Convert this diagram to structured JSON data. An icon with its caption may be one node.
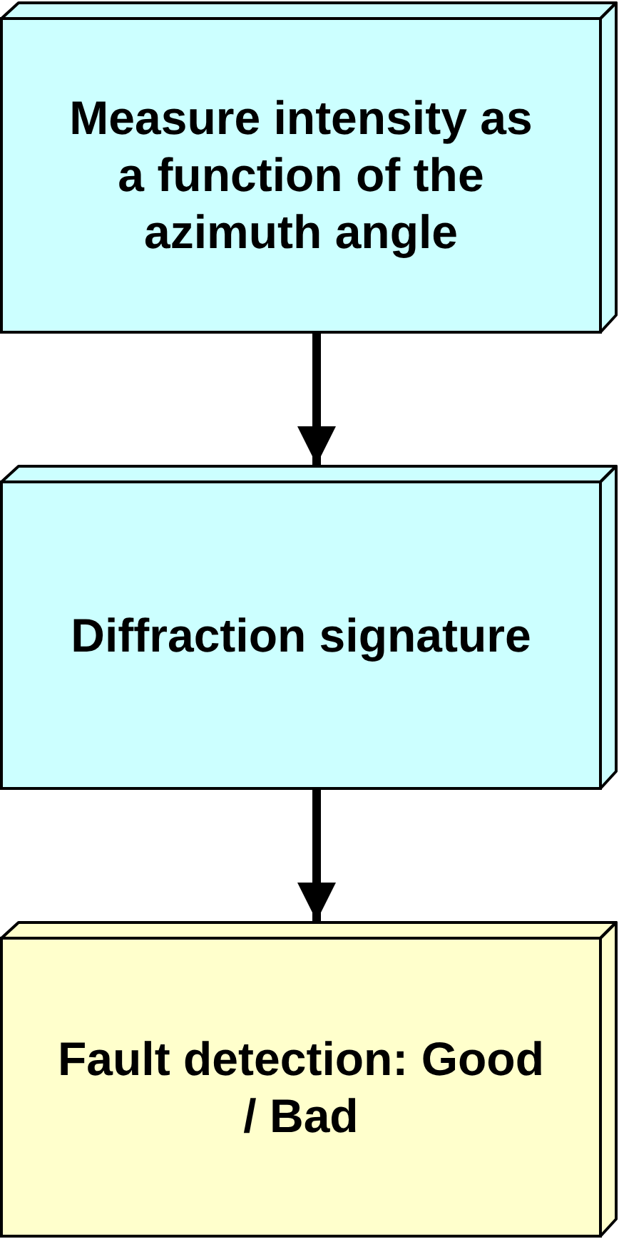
{
  "diagram": {
    "nodes": [
      {
        "text": [
          "Measure intensity as a function of the azimuth angle"
        ]
      },
      {
        "text": [
          "Diffraction signature"
        ]
      },
      {
        "text": [
          "Fault detection: Good / Bad"
        ]
      }
    ],
    "edges": [
      {
        "from": 0,
        "to": 1,
        "arrow": "to"
      },
      {
        "from": 1,
        "to": 2,
        "arrow": "to"
      }
    ]
  }
}
